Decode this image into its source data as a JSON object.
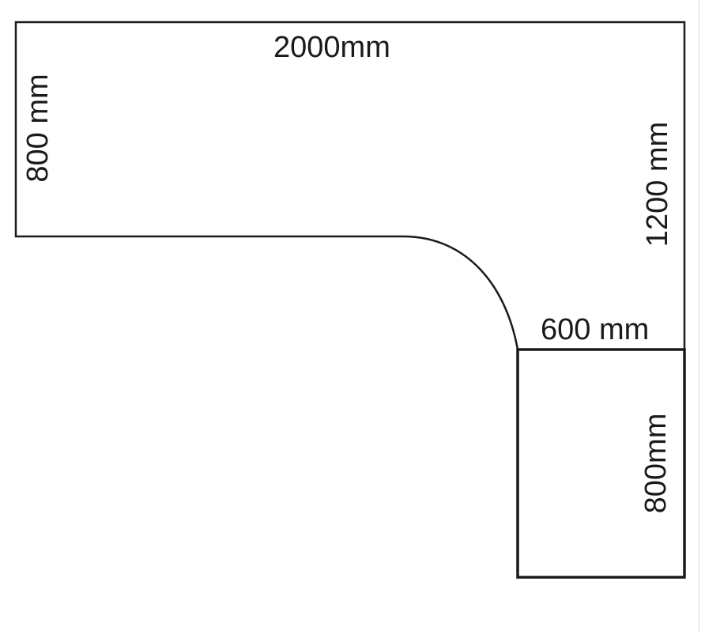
{
  "diagram": {
    "labels": {
      "top_width": "2000mm",
      "left_depth": "800 mm",
      "right_depth": "1200 mm",
      "return_width": "600 mm",
      "return_depth": "800mm"
    },
    "colors": {
      "outline": "#1a1a1a",
      "text": "#1a1a1a",
      "background": "#ffffff"
    }
  }
}
